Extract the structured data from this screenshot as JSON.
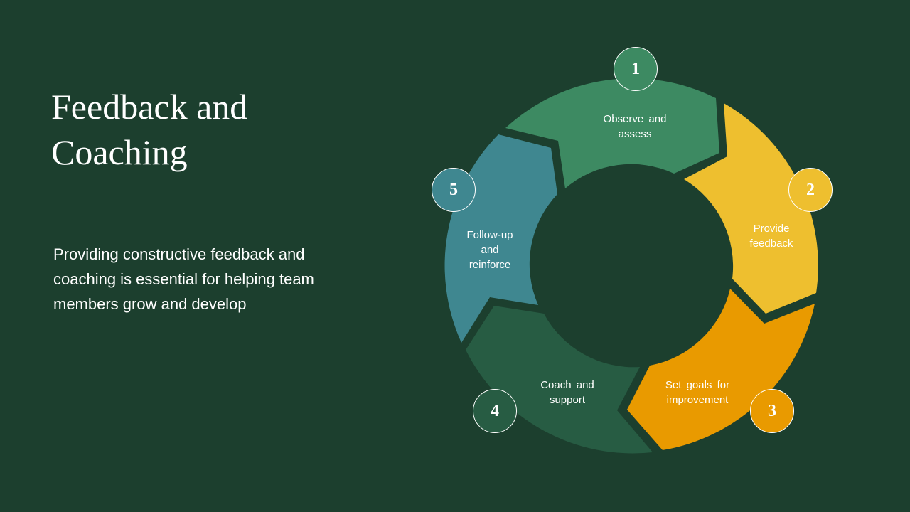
{
  "slide": {
    "title": "Feedback and Coaching",
    "description": "Providing constructive feedback and coaching is essential for helping team members grow and develop",
    "background_color": "#1c3f2e"
  },
  "cycle": {
    "steps": [
      {
        "number": "1",
        "label": "Observe and assess",
        "color": "#3d8a62"
      },
      {
        "number": "2",
        "label": "Provide feedback",
        "color": "#eebf2f"
      },
      {
        "number": "3",
        "label": "Set goals for improvement",
        "color": "#e99a00"
      },
      {
        "number": "4",
        "label": "Coach and support",
        "color": "#275c43"
      },
      {
        "number": "5",
        "label": "Follow-up and reinforce",
        "color": "#3f8790"
      }
    ]
  }
}
